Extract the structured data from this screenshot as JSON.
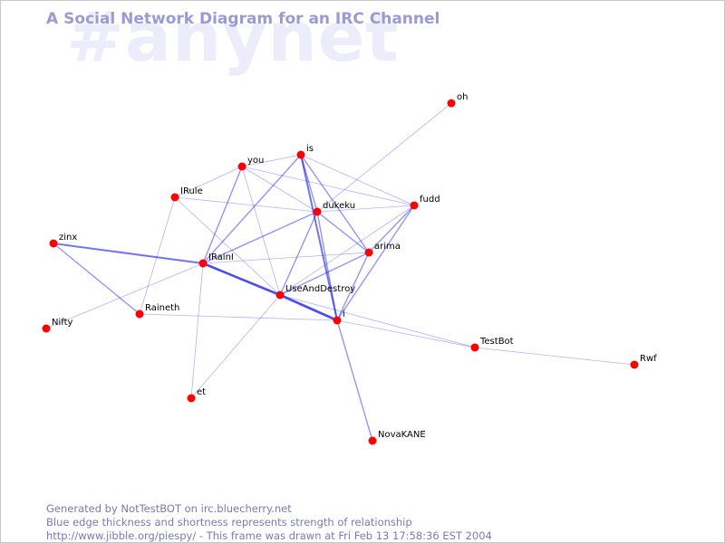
{
  "watermark": "#anynet",
  "title": "A Social Network Diagram for an IRC Channel",
  "footer": {
    "line1": "Generated by NotTestBOT on irc.bluecherry.net",
    "line2": "Blue edge thickness and shortness represents strength of relationship",
    "line3": "http://www.jibble.org/piespy/ - This frame was drawn at Fri Feb 13 17:58:36 EST 2004"
  },
  "colors": {
    "node": "#ff0000",
    "edge": "#0000ee",
    "title": "#9a9ad6",
    "watermark": "#ececfb",
    "footer": "#7a7ab2"
  },
  "nodes": [
    {
      "id": "oh",
      "label": "oh"
    },
    {
      "id": "is",
      "label": "is"
    },
    {
      "id": "you",
      "label": "you"
    },
    {
      "id": "IRule",
      "label": "IRule"
    },
    {
      "id": "dukeku",
      "label": "dukeku"
    },
    {
      "id": "fudd",
      "label": "fudd"
    },
    {
      "id": "zinx",
      "label": "zinx"
    },
    {
      "id": "IRainI",
      "label": "IRainI"
    },
    {
      "id": "arima",
      "label": "arima"
    },
    {
      "id": "UseAndDestroy",
      "label": "UseAndDestroy"
    },
    {
      "id": "Raineth",
      "label": "Raineth"
    },
    {
      "id": "Nifty",
      "label": "Nifty"
    },
    {
      "id": "i",
      "label": "i"
    },
    {
      "id": "TestBot",
      "label": "TestBot"
    },
    {
      "id": "Rwf",
      "label": "Rwf"
    },
    {
      "id": "et",
      "label": "et"
    },
    {
      "id": "NovaKANE",
      "label": "NovaKANE"
    }
  ],
  "edges": [
    {
      "source": "oh",
      "target": "dukeku",
      "strength": 1
    },
    {
      "source": "is",
      "target": "you",
      "strength": 1
    },
    {
      "source": "is",
      "target": "dukeku",
      "strength": 2
    },
    {
      "source": "is",
      "target": "fudd",
      "strength": 1
    },
    {
      "source": "is",
      "target": "arima",
      "strength": 2
    },
    {
      "source": "is",
      "target": "IRainI",
      "strength": 2
    },
    {
      "source": "is",
      "target": "i",
      "strength": 3
    },
    {
      "source": "you",
      "target": "IRule",
      "strength": 1
    },
    {
      "source": "you",
      "target": "dukeku",
      "strength": 1
    },
    {
      "source": "you",
      "target": "fudd",
      "strength": 1
    },
    {
      "source": "you",
      "target": "IRainI",
      "strength": 2
    },
    {
      "source": "you",
      "target": "UseAndDestroy",
      "strength": 1
    },
    {
      "source": "IRule",
      "target": "dukeku",
      "strength": 1
    },
    {
      "source": "IRule",
      "target": "Raineth",
      "strength": 1
    },
    {
      "source": "IRule",
      "target": "UseAndDestroy",
      "strength": 1
    },
    {
      "source": "dukeku",
      "target": "fudd",
      "strength": 1
    },
    {
      "source": "dukeku",
      "target": "arima",
      "strength": 2
    },
    {
      "source": "dukeku",
      "target": "IRainI",
      "strength": 2
    },
    {
      "source": "dukeku",
      "target": "UseAndDestroy",
      "strength": 2
    },
    {
      "source": "dukeku",
      "target": "i",
      "strength": 2
    },
    {
      "source": "fudd",
      "target": "arima",
      "strength": 2
    },
    {
      "source": "fudd",
      "target": "i",
      "strength": 2
    },
    {
      "source": "fudd",
      "target": "UseAndDestroy",
      "strength": 1
    },
    {
      "source": "zinx",
      "target": "IRainI",
      "strength": 3
    },
    {
      "source": "zinx",
      "target": "Raineth",
      "strength": 2
    },
    {
      "source": "IRainI",
      "target": "arima",
      "strength": 1
    },
    {
      "source": "IRainI",
      "target": "UseAndDestroy",
      "strength": 4
    },
    {
      "source": "IRainI",
      "target": "Nifty",
      "strength": 1
    },
    {
      "source": "IRainI",
      "target": "et",
      "strength": 1
    },
    {
      "source": "arima",
      "target": "UseAndDestroy",
      "strength": 2
    },
    {
      "source": "arima",
      "target": "i",
      "strength": 2
    },
    {
      "source": "UseAndDestroy",
      "target": "i",
      "strength": 4
    },
    {
      "source": "UseAndDestroy",
      "target": "TestBot",
      "strength": 1
    },
    {
      "source": "UseAndDestroy",
      "target": "et",
      "strength": 1
    },
    {
      "source": "Raineth",
      "target": "i",
      "strength": 1
    },
    {
      "source": "i",
      "target": "TestBot",
      "strength": 1
    },
    {
      "source": "i",
      "target": "NovaKANE",
      "strength": 2
    },
    {
      "source": "TestBot",
      "target": "Rwf",
      "strength": 1
    }
  ]
}
